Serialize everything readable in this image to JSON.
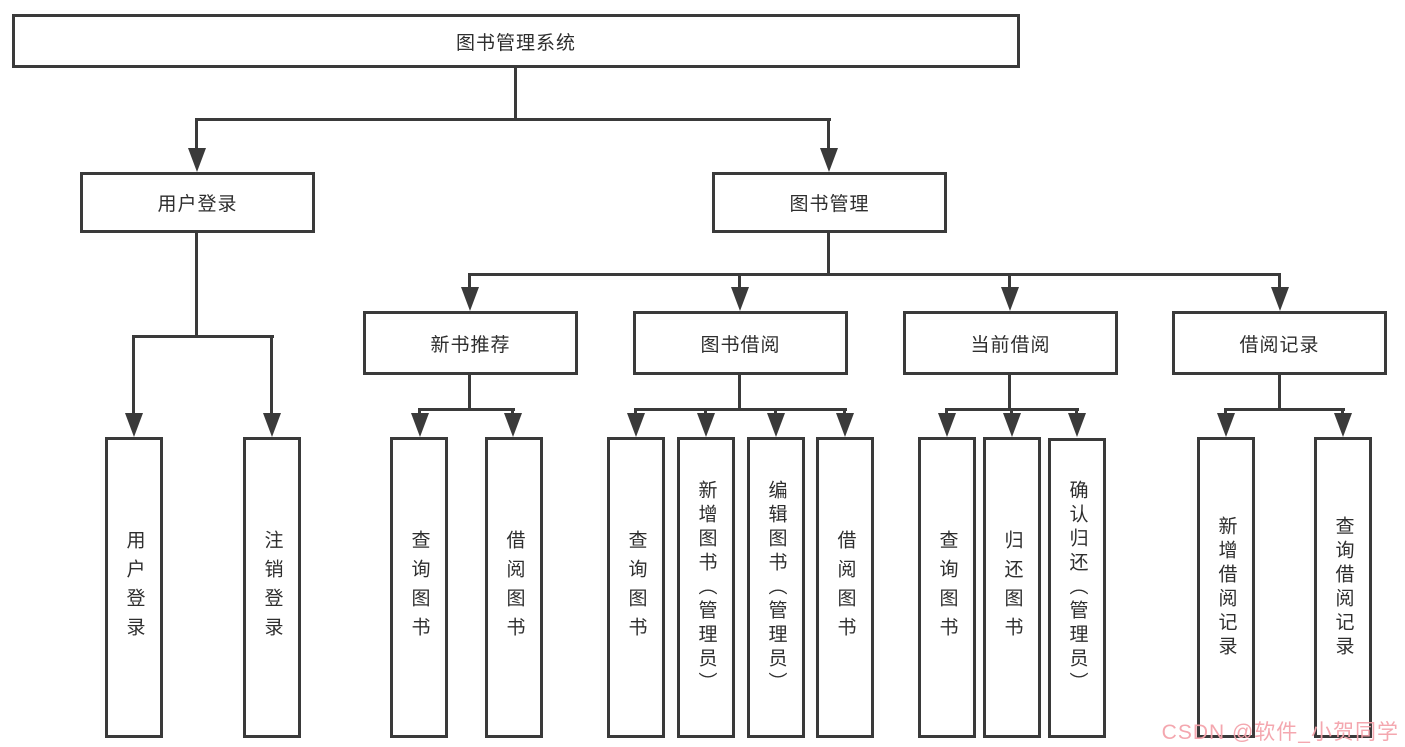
{
  "colors": {
    "line": "#3a3a3a",
    "box_border": "#3a3a3a",
    "text": "#2e2e2e",
    "background": "#ffffff",
    "watermark": "#f3a2ab"
  },
  "watermark": "CSDN @软件_小贺同学",
  "tree": {
    "root": "图书管理系统",
    "children": [
      {
        "label": "用户登录",
        "children": [
          {
            "label": "用户登录"
          },
          {
            "label": "注销登录"
          }
        ]
      },
      {
        "label": "图书管理",
        "children": [
          {
            "label": "新书推荐",
            "children": [
              {
                "label": "查询图书"
              },
              {
                "label": "借阅图书"
              }
            ]
          },
          {
            "label": "图书借阅",
            "children": [
              {
                "label": "查询图书"
              },
              {
                "label": "新增图书（管理员）"
              },
              {
                "label": "编辑图书（管理员）"
              },
              {
                "label": "借阅图书"
              }
            ]
          },
          {
            "label": "当前借阅",
            "children": [
              {
                "label": "查询图书"
              },
              {
                "label": "归还图书"
              },
              {
                "label": "确认归还（管理员）"
              }
            ]
          },
          {
            "label": "借阅记录",
            "children": [
              {
                "label": "新增借阅记录"
              },
              {
                "label": "查询借阅记录"
              }
            ]
          }
        ]
      }
    ]
  }
}
